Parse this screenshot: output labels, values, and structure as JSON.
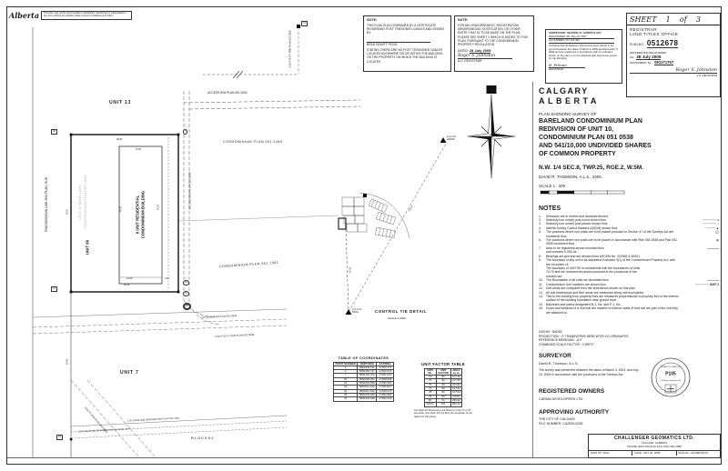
{
  "stamp": {
    "logo": "Alberta",
    "disclaimer": "This plan may not be commercially re-distributed, transferred or manipulated in any form without the specific written consent of Alberta Land Titles"
  },
  "note_box1": {
    "title": "NOTE:",
    "body1": "THIS PLAN IS ACCOMPANIED BY A CERTIFICATE REGARDING POST TENSIONED CABLES AND SIGNED BY:",
    "signer": "BRAD DEWITT P.ENG",
    "body2": "STATING THERE ARE NO POST TENSIONED CABLES LOCATED ANYWHERE ON OR WITHIN THE BUILDING OR THE PROPERTY ON WHICH THE BUILDING IS LOCATED"
  },
  "note_box2": {
    "title": "NOTE:",
    "body": "FOR ANY ENDORSEMENT, REGISTRATION MEMORANDUM, NOTIFICATION, OR OTHER ENTRY THAT IS TO BE MADE ON THE PLAN, PLEASE SEE SHEET  2  WHICH IS ADDED TO THIS PLAN, PURSUANT TO THE CONDOMINIUM PROPERTY REGULATION",
    "dated_label": "DATED:",
    "dated_value": "28 July 2005",
    "signature": "Roger S. Johnston",
    "signature_title": "A.D. REGISTRAR"
  },
  "certificate_box": {
    "line1": "CERTIFICATE: SECTION 47, SURVEYS ACT",
    "line2": "REGISTERED ON:   May 10, 2007",
    "line3": "AS NUMBER:   071 229 400",
    "body": "Certifying that all Statutory Monuments were placed in the ground between the dates of March 3, 2004 and December 5, 2006 and are positioned in accordance with co-ordinates shown on the plan or on the attached plan instrument except for the following:",
    "signature": "B. Pitman",
    "signature_title": "REGISTRAR"
  },
  "sheet_box": {
    "sheet_line": "SHEET    1    of    3",
    "registrar": "REGISTRAR",
    "office": "LAND TITLES OFFICE",
    "plan_no_label": "PLAN  NO.",
    "plan_no": "0512678",
    "entered": "ENTERED  AND  REGISTERED",
    "on_label": "ON",
    "date": "28 July 2005",
    "instrument_label": "INSTRUMENT  No.",
    "instrument_no": "051271757",
    "signature": "Roger S. Johnston",
    "signature_title": "A.D.  REGISTRAR"
  },
  "title_block": {
    "city": "CALGARY",
    "province": "ALBERTA",
    "showing": "PLAN SHOWING SURVEY OF",
    "l1": "BARELAND CONDOMINIUM PLAN",
    "l2": "REDIVISION OF UNIT 10,",
    "l3": "CONDOMINIUM PLAN 051 0538",
    "l4": "AND 541/10,000 UNDIVIDED SHARES",
    "l5": "OF COMMON PROPERTY",
    "legal": "N.W. 1/4 SEC.8, TWP.25, RGE.2, W.5M.",
    "surveyor_line": "DAVID R. THOMSON, A.L.S., 2005.",
    "scale": "SCALE  1 : 200"
  },
  "notes": {
    "title": "NOTES",
    "items": [
      {
        "n": "1.",
        "text": "Distances are in metres and decimals thereof.",
        "sym": ""
      },
      {
        "n": "2.",
        "text": "Statutory iron survey post found shown thus",
        "sym": "·············· ●"
      },
      {
        "n": "3.",
        "text": "Statutory iron survey post placed shown thus",
        "sym": "·············· ○"
      },
      {
        "n": "4.",
        "text": "Alberta Survey Control Markers (ASCM) shown thus",
        "sym": "·········· ▲"
      },
      {
        "n": "5.",
        "text": "The positions where iron posts are to be placed pursuant to Section 47 of the Surveys Act are numbered thus",
        "sym": "◯"
      },
      {
        "n": "6.",
        "text": "The positions where iron posts are to be placed in accordance with Plan 051 0538 and Plan 051 0539 numbered thus",
        "sym": "◎"
      },
      {
        "n": "7.",
        "text": "Area to be registered shown bounded thus\nand contains 0.094 ha.",
        "sym": "————"
      },
      {
        "n": "8.",
        "text": "Bearings are grid and are derived from ASCM's No. 202945 & 55101",
        "sym": ""
      },
      {
        "n": "9.",
        "text": "The boundary of any unit is as stipulated in section 9(1) of the  Condominium Property Act, with the exception of:\n      The boundary of UNIT 80 is coincidental with the boundaries of Units\n      74-79 and the monuments placed pursuant to the provisions of the\n      surveys act.",
        "sym": ""
      },
      {
        "n": "10.",
        "text": "The Boundaries of all units are illustrated thus",
        "sym": "————"
      },
      {
        "n": "11.",
        "text": "Condominium Unit numbers are shown thus",
        "sym": "·············· UNIT 2"
      },
      {
        "n": "12.",
        "text": "Unit areas are computed from the dimensions shown on this plan.",
        "sym": ""
      },
      {
        "n": "13.",
        "text": "All unit dimensions and floor areas are measured along unit boundaries.",
        "sym": ""
      },
      {
        "n": "14.",
        "text": "Ties to the building from property lines are measured perpendicular to property line to the exterior surface of the building foundation near ground level.",
        "sym": ""
      },
      {
        "n": "15.",
        "text": "Balconies and patios designated B-1, etc. and P-1, etc.",
        "sym": ""
      },
      {
        "n": "16.",
        "text": "Doors and windows of a unit that are located on exterior walls of that unit are part of the unit they are attached to.",
        "sym": ""
      }
    ]
  },
  "datum_block": {
    "l1": "DATUM : NAD83",
    "l2": "PROJECTION : 3° TRANSVERSE MERCATOR CO-ORDINATES",
    "l3": "REFERENCE MERIDIAN : 114°",
    "l4": "COMBINED SCALE FACTOR : 0.99972"
  },
  "surveyor": {
    "title": "SURVEYOR",
    "name": "David R. Thomson, A.L.S.",
    "para": "The survey was performed between the dates of March 3, 2004, and July 19, 2005 in accordance with the provisions of the Surveys Act."
  },
  "registered_owners": {
    "title": "REGISTERED OWNERS",
    "name": "CARMA DEVELOPERS LTD."
  },
  "approving_authority": {
    "title": "APPROVING AUTHORITY",
    "name": "THE CITY OF CALGARY",
    "file": "FILE NUMBER: CA2005-0035"
  },
  "seal": {
    "number": "P105",
    "org": "Challenger Geomatics Ltd.",
    "type": "PERMIT TO PRACTICE"
  },
  "company_box": {
    "name": "CHALLENGER GEOMATICS LTD.",
    "city": "CALGARY, ALBERTA",
    "phone": "PHONE (403) 250-9101    FAX (403) 250-1885",
    "dwn": "DWN. BY:  HGH",
    "date": "DATE:  JULY 26, 2005",
    "file": "FILE NO.:  2104BCND-10"
  },
  "coordinate_table": {
    "title": "TABLE OF COORDINATES",
    "headers": [
      "POINT NUMBER",
      "NORTHING",
      "EASTING"
    ],
    "rows": [
      [
        "1",
        "5660239.611",
        "-17943.279"
      ],
      [
        "2",
        "5660484.737",
        "-17942.615"
      ],
      [
        "7",
        "5660130.762",
        "-17941.630"
      ],
      [
        "20",
        "5660325.252",
        "-17938.935"
      ],
      [
        "21",
        "5660333.598",
        "-17936.350"
      ],
      [
        "22",
        "5660311.332",
        "-17935.827"
      ],
      [
        "41",
        "5660311.532",
        "-17940.075"
      ],
      [
        "45",
        "5660333.946",
        "-17941.820"
      ],
      [
        "70",
        "5660334.948",
        "-17942.040"
      ]
    ]
  },
  "unit_factor_table": {
    "title": "UNIT FACTOR TABLE",
    "headers": [
      "UNIT\nNo.",
      "UNIT\nFACTOR",
      "AREA\nsq.m."
    ],
    "rows": [
      [
        "74",
        "80",
        "107.84"
      ],
      [
        "75",
        "80",
        "107.85"
      ],
      [
        "76",
        "80",
        "101.82"
      ],
      [
        "77",
        "80",
        "107.84"
      ],
      [
        "78",
        "80",
        "107.84"
      ],
      [
        "79",
        "80",
        "119.51"
      ],
      [
        "80",
        "61",
        "209.92"
      ],
      [
        "TOTAL",
        "541",
        "862.62"
      ]
    ],
    "note": "The basis for determining unit factors is Units 74 to 79 are equal. Unit factor for Unit 80 is the remainder of unit factors for the parcel."
  },
  "control_tie": {
    "title": "CONTROL TIE DETAIL",
    "scale": "SCALE 1:2000",
    "ascm1_l1": "A.S.C.M.",
    "ascm1_l2": "55101",
    "ascm2_l1": "A.S.C.M.",
    "ascm2_l2": "202945"
  },
  "drawing": {
    "labels": {
      "unit13": "UNIT 13",
      "unit7": "UNIT 7",
      "unit80": "UNIT 80",
      "access_top": "ACCESS R/W PLAN 051 0540",
      "access_right": "ACCESS R/W PLAN 051 0540",
      "access_bottom": "ACCESS R/W PLAN 051 0540",
      "condo2460": "CONDOMINIUM  PLAN  051 2460",
      "condo1961": "CONDOMINIUM  PLAN  051 1961",
      "transmission": "TRANSMISSION LINE  R/W PLAN 78 JK",
      "unit10_l1": "UNIT  10  BARE  LAND",
      "unit10_l2": "CONDOMINIUM  PLAN  051  0538",
      "building_l1": "6 UNIT RESIDENTIAL",
      "building_l2": "CONDOMINIUM BUILDING",
      "util_bottom": "2.50 UTILITY R/W PLAN 051 0539",
      "util_top": "2.50 UTILITY R/W PLAN 051 0539",
      "util_diag": "UTILITY R/W PLAN 051 0572",
      "drain1": "1.50 OVERLAND DRAINAGE R/W PLAN 041 2184",
      "drain2": "1.50 OVERLAND DRAINAGE R/W PLAN 041 1975",
      "block52": "B L O C K   5 2"
    },
    "dims": {
      "top_width": "28.97",
      "bottom_width": "25.26",
      "building_width": "12.06",
      "gap": "3.05",
      "building_top": "15.08",
      "side_left": "45.72",
      "side_right": "45.72",
      "parcel_left": "57.91",
      "parcel_left2": "30.48",
      "tie_v": "97.18",
      "tie_d": "216.45"
    },
    "markers": {
      "m20": "20",
      "m21": "21",
      "m23": "23",
      "b14": "14",
      "c7": "7",
      "c22": "22",
      "c41": "41",
      "dc45": "45"
    }
  }
}
